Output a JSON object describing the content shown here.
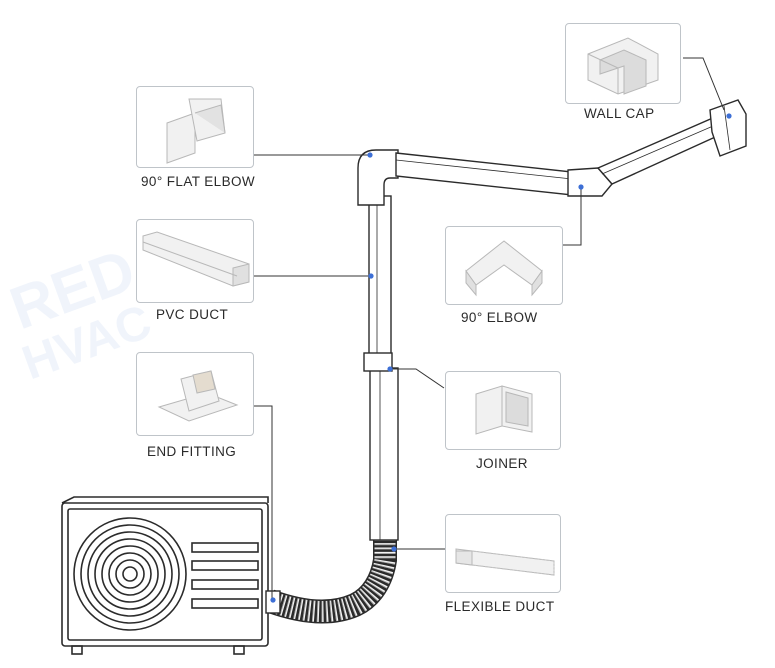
{
  "components": {
    "wall_cap": "WALL CAP",
    "flat_elbow": "90° FLAT ELBOW",
    "pvc_duct": "PVC DUCT",
    "elbow_90": "90° ELBOW",
    "end_fitting": "END FITTING",
    "joiner": "JOINER",
    "flexible_duct": "FLEXIBLE DUCT"
  },
  "colors": {
    "outline": "#2b2b2b",
    "leader": "#333333",
    "dot": "#3d6fd6",
    "card_border": "#bfc4c9",
    "part": "#eeeeee",
    "watermark": "#e3ebf7"
  }
}
